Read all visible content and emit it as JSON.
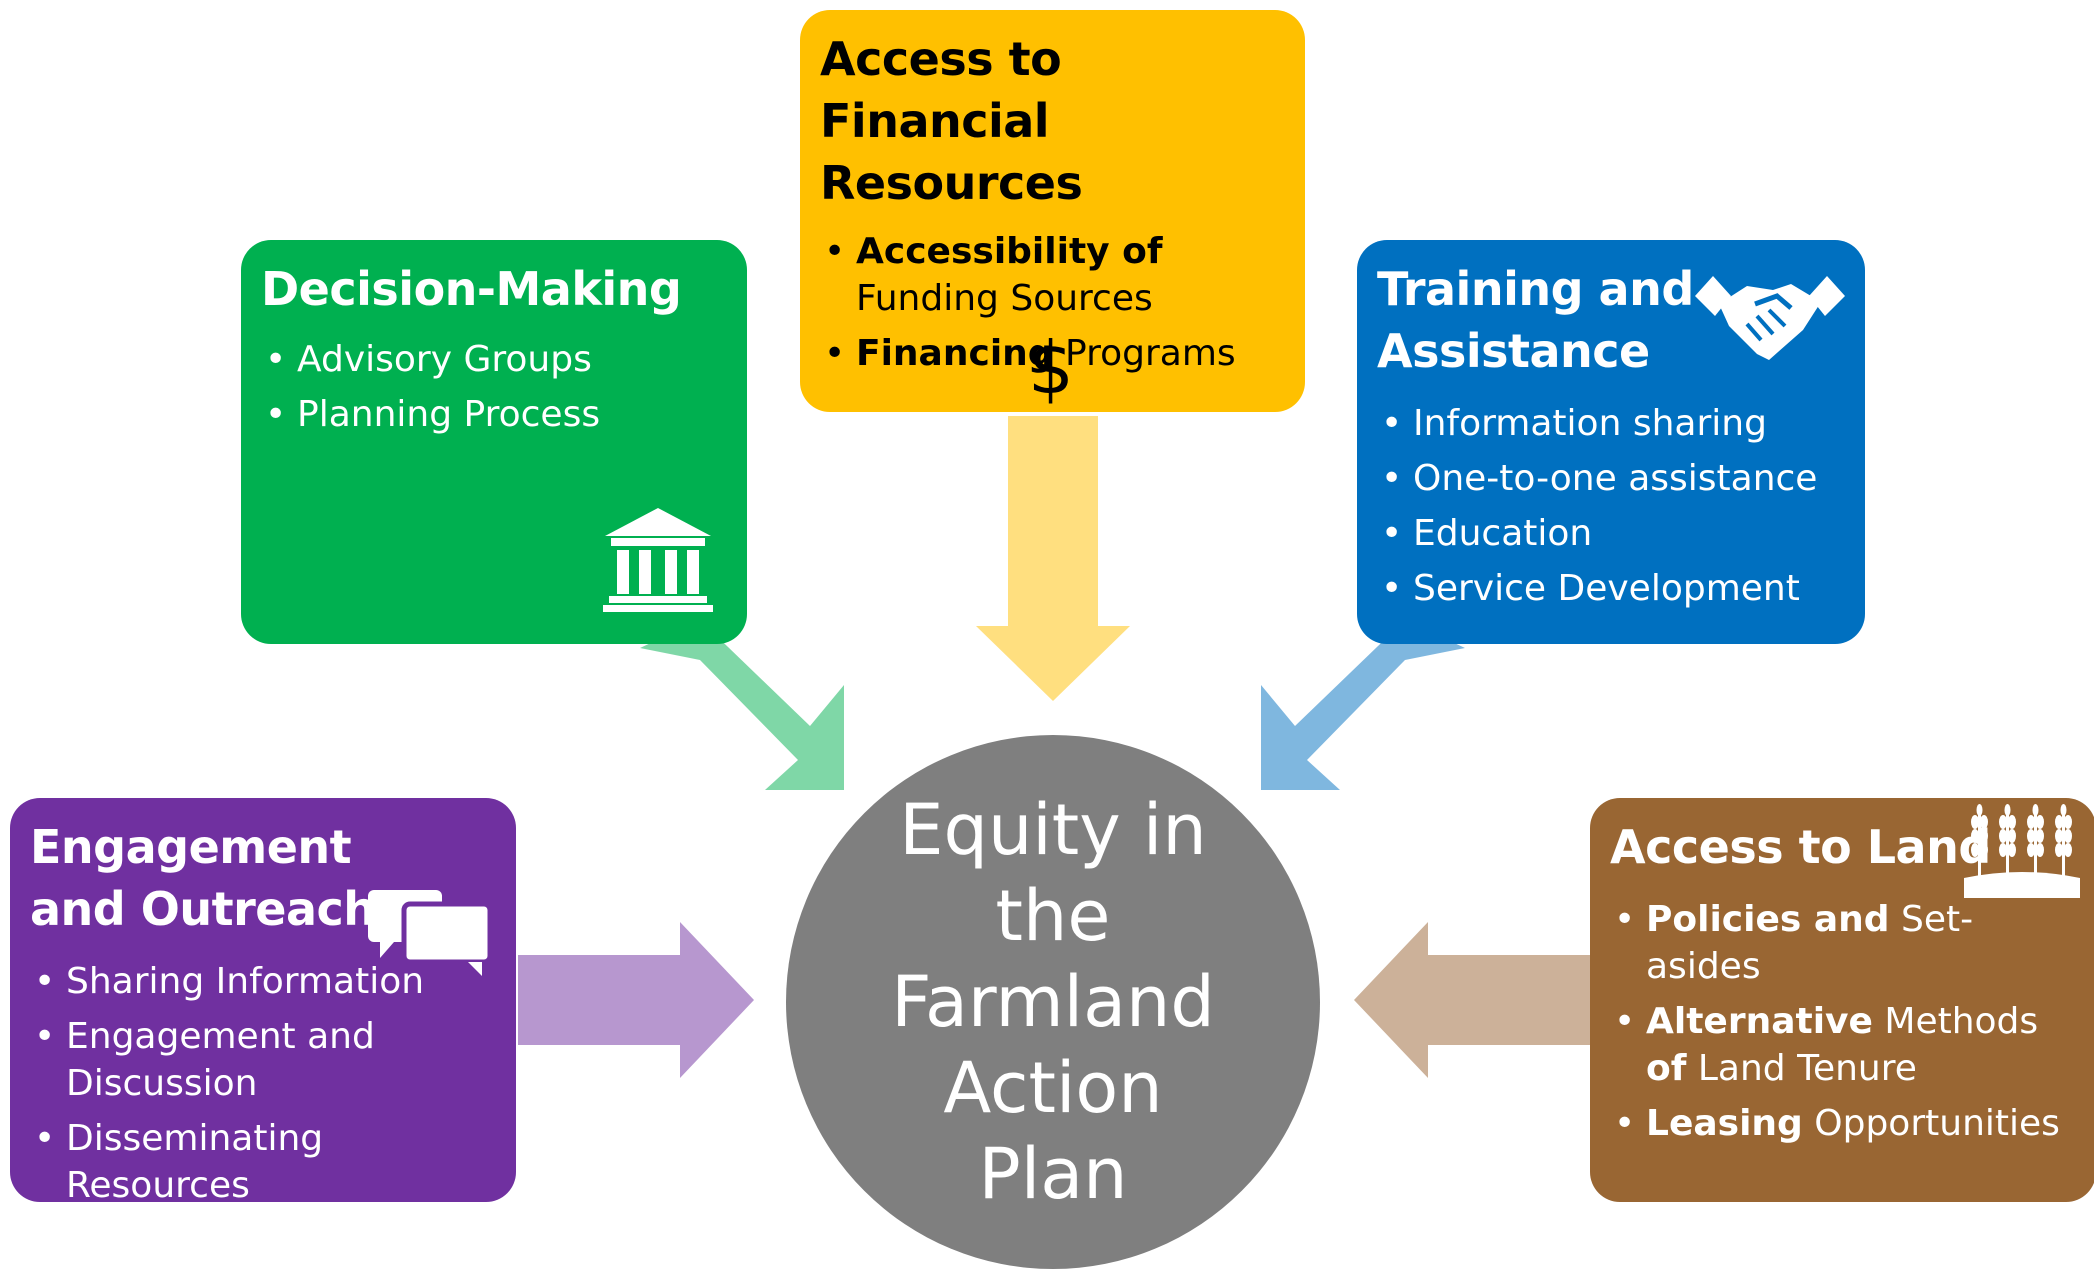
{
  "center": {
    "title": "Equity in the Farmland Action Plan",
    "color": "#7f7f7f"
  },
  "boxes": {
    "financial": {
      "title": "Access to Financial Resources",
      "color": "#ffc000",
      "text_color": "#000000",
      "icon": "dollar-icon",
      "icon_glyph": "$",
      "items": [
        {
          "bold": "Accessibility of",
          "text": " Funding Sources"
        },
        {
          "bold": "Financing",
          "text": " Programs"
        }
      ]
    },
    "decision": {
      "title": "Decision-Making",
      "color": "#00b050",
      "text_color": "#ffffff",
      "icon": "government-building-icon",
      "items": [
        {
          "text": "Advisory Groups"
        },
        {
          "text": "Planning Process"
        }
      ]
    },
    "training": {
      "title": "Training and Assistance",
      "color": "#0070c0",
      "text_color": "#ffffff",
      "icon": "handshake-icon",
      "items": [
        {
          "text": "Information sharing"
        },
        {
          "text": "One-to-one assistance"
        },
        {
          "text": "Education"
        },
        {
          "text": "Service Development"
        }
      ]
    },
    "engagement": {
      "title": "Engagement and Outreach",
      "color": "#7030a0",
      "text_color": "#ffffff",
      "icon": "speech-bubbles-icon",
      "items": [
        {
          "text": "Sharing Information"
        },
        {
          "text": "Engagement and Discussion"
        },
        {
          "text": "Disseminating Resources"
        }
      ]
    },
    "land": {
      "title": "Access to Land",
      "color": "#996633",
      "text_color": "#ffffff",
      "icon": "wheat-field-icon",
      "items": [
        {
          "bold": "Policies and",
          "text": " Set-asides"
        },
        {
          "bold": "Alternative",
          "text": " Methods ",
          "bold2": "of",
          "text2": " Land Tenure"
        },
        {
          "bold": "Leasing",
          "text": " Opportunities"
        }
      ]
    }
  },
  "arrows": {
    "top": "#ffdf7f",
    "left_diag": "#7fd7a7",
    "right_diag": "#7fb7df",
    "left": "#b797cf",
    "right": "#ccb199"
  }
}
